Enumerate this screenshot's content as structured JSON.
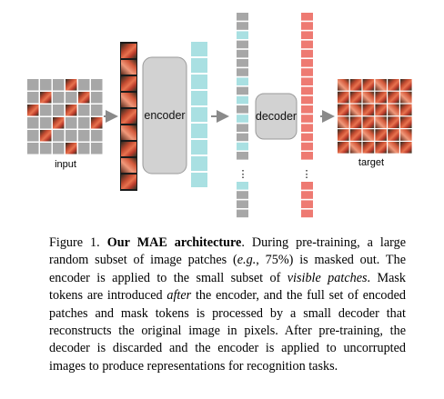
{
  "figure": {
    "input_label": "input",
    "encoder_label": "encoder",
    "decoder_label": "decoder",
    "target_label": "target",
    "ellipsis": "⋮",
    "colors": {
      "mask_gray": "#a7a7a7",
      "encoded_cyan": "#a9e0e2",
      "decoded_red": "#ee7a72",
      "block_gray": "#d2d2d2",
      "arrow_gray": "#8a8a8a"
    }
  },
  "caption": {
    "fig_num": "Figure 1.",
    "title": "Our MAE architecture",
    "t1": ". During pre-training, a large random subset of image patches (",
    "eg": "e.g.",
    "t2": ", 75%) is masked out. The encoder is applied to the small subset of ",
    "visible": "visible patches",
    "t3": ". Mask tokens are introduced ",
    "after": "after",
    "t4": " the encoder, and the full set of encoded patches and mask tokens is processed by a small decoder that reconstructs the original image in pixels. After pre-training, the decoder is discarded and the encoder is applied to uncorrupted images to produce representations for recognition tasks."
  }
}
